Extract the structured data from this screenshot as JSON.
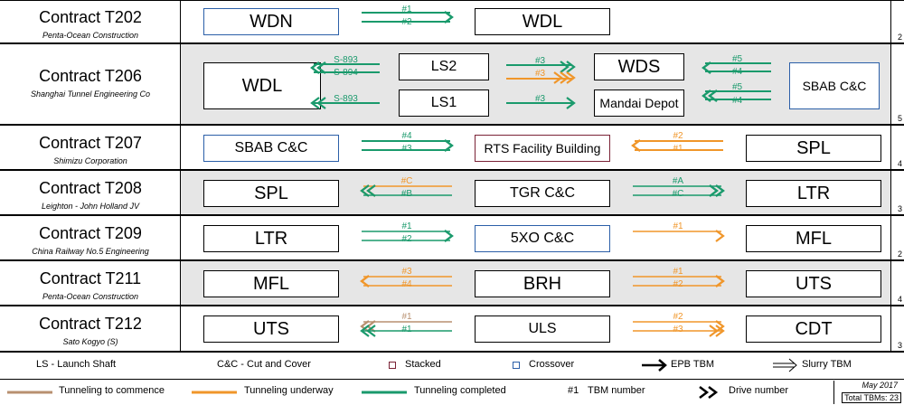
{
  "colors": {
    "crossover": "#2b5fa8",
    "stacked": "#7a2236",
    "completed": "#1a9a6c",
    "underway": "#f0962a",
    "commence": "#b89070",
    "slurry_grey": "#aaaaaa",
    "row_shade": "#e6e6e6"
  },
  "rows": [
    {
      "title": "Contract T202",
      "contractor": "Penta-Ocean Construction",
      "tbms": "2",
      "boxes": [
        "WDN",
        "WDL"
      ],
      "arrows": [
        {
          "label": "#1"
        },
        {
          "label": "#2"
        }
      ]
    },
    {
      "title": "Contract T206",
      "contractor": "Shanghai Tunnel Engineering Co",
      "tbms": "5",
      "boxes": [
        "WDL",
        "LS2",
        "LS1",
        "WDS",
        "Mandai Depot",
        "SBAB C&C"
      ],
      "arrows": [
        {
          "label": "S-893"
        },
        {
          "label": "S-894"
        },
        {
          "label": "S-893"
        },
        {
          "label": "#3"
        },
        {
          "label": "#3"
        },
        {
          "label": "#3"
        },
        {
          "label": "#5"
        },
        {
          "label": "#4"
        },
        {
          "label": "#5"
        },
        {
          "label": "#4"
        }
      ]
    },
    {
      "title": "Contract T207",
      "contractor": "Shimizu Corporation",
      "tbms": "4",
      "boxes": [
        "SBAB C&C",
        "RTS Facility Building",
        "SPL"
      ],
      "arrows": [
        {
          "label": "#4"
        },
        {
          "label": "#3"
        },
        {
          "label": "#2"
        },
        {
          "label": "#1"
        }
      ]
    },
    {
      "title": "Contract T208",
      "contractor": "Leighton - John Holland JV",
      "tbms": "3",
      "boxes": [
        "SPL",
        "TGR C&C",
        "LTR"
      ],
      "arrows": [
        {
          "label": "#C"
        },
        {
          "label": "#B"
        },
        {
          "label": "#A"
        },
        {
          "label": "#C"
        }
      ]
    },
    {
      "title": "Contract T209",
      "contractor": "China Railway No.5 Engineering",
      "tbms": "2",
      "boxes": [
        "LTR",
        "5XO C&C",
        "MFL"
      ],
      "arrows": [
        {
          "label": "#1"
        },
        {
          "label": "#2"
        },
        {
          "label": "#1"
        }
      ]
    },
    {
      "title": "Contract T211",
      "contractor": "Penta-Ocean Construction",
      "tbms": "4",
      "boxes": [
        "MFL",
        "BRH",
        "UTS"
      ],
      "arrows": [
        {
          "label": "#3"
        },
        {
          "label": "#4"
        },
        {
          "label": "#1"
        },
        {
          "label": "#2"
        }
      ]
    },
    {
      "title": "Contract T212",
      "contractor": "Sato Kogyo (S)",
      "tbms": "3",
      "boxes": [
        "UTS",
        "ULS",
        "CDT"
      ],
      "arrows": [
        {
          "label": "#1"
        },
        {
          "label": "#1"
        },
        {
          "label": "#2"
        },
        {
          "label": "#3"
        }
      ]
    }
  ],
  "legend": {
    "ls": "LS - Launch Shaft",
    "cc": "C&C - Cut and Cover",
    "stacked": "Stacked",
    "crossover": "Crossover",
    "epb": "EPB TBM",
    "slurry": "Slurry TBM",
    "commence": "Tunneling to commence",
    "underway": "Tunneling underway",
    "completed": "Tunneling completed",
    "tbm_number_sym": "#1",
    "tbm_number": "TBM number",
    "drive_number": "Drive number",
    "date": "May 2017",
    "total": "Total TBMs: 23"
  }
}
